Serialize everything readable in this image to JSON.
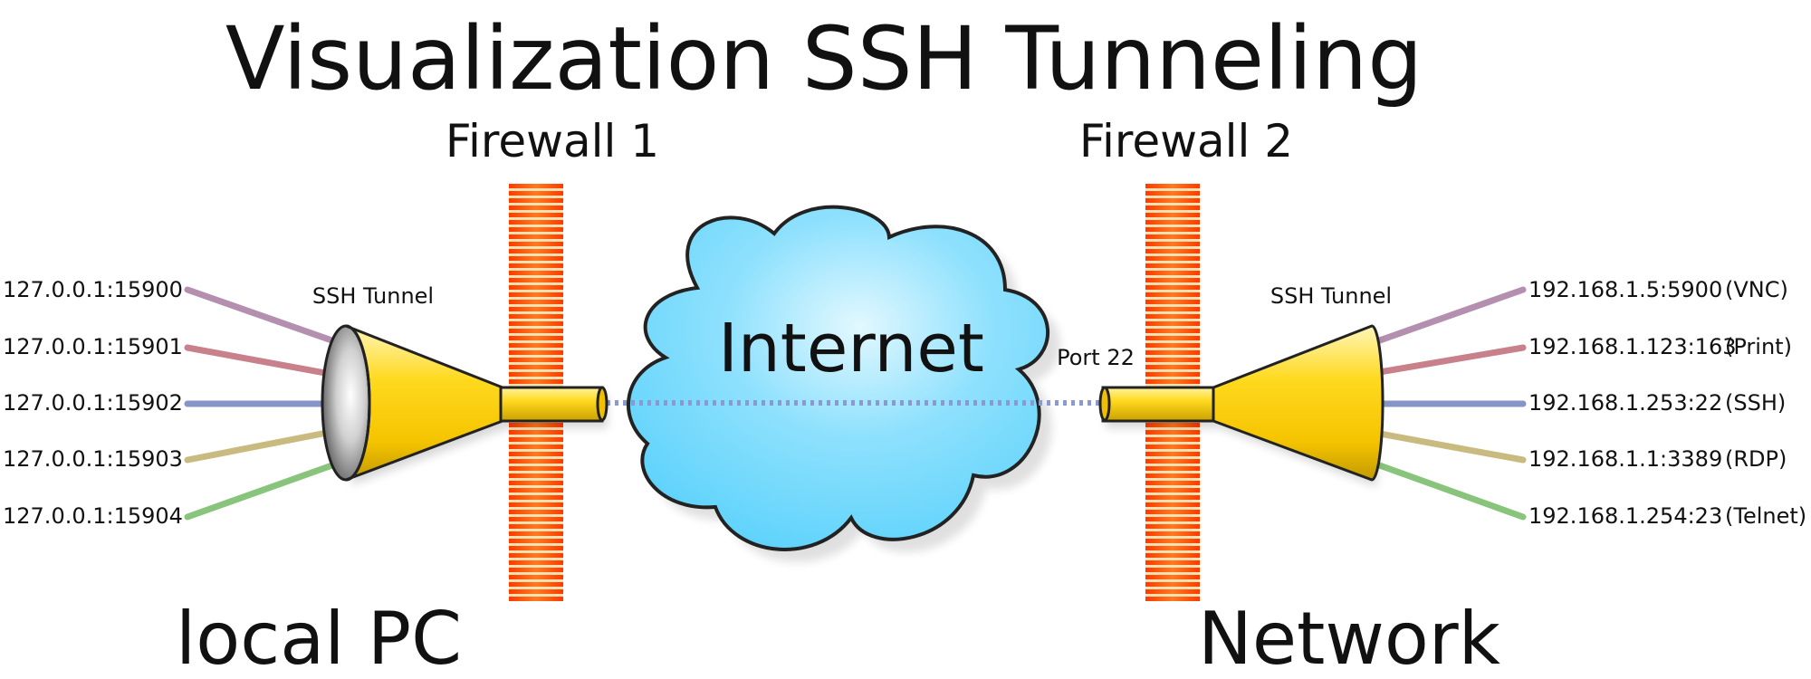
{
  "title": "Visualization SSH Tunneling",
  "firewall1_label": "Firewall 1",
  "firewall2_label": "Firewall 2",
  "cloud_label": "Internet",
  "left_tunnel_label": "SSH Tunnel",
  "right_tunnel_label": "SSH Tunnel",
  "port_label": "Port 22",
  "local_label": "local PC",
  "network_label": "Network",
  "local_ports": [
    "127.0.0.1:15900",
    "127.0.0.1:15901",
    "127.0.0.1:15902",
    "127.0.0.1:15903",
    "127.0.0.1:15904"
  ],
  "remote_hosts": [
    {
      "address": "192.168.1.5:5900",
      "service": "(VNC)"
    },
    {
      "address": "192.168.1.123:163",
      "service": "(Print)"
    },
    {
      "address": "192.168.1.253:22",
      "service": "(SSH)"
    },
    {
      "address": "192.168.1.1:3389",
      "service": "(RDP)"
    },
    {
      "address": "192.168.1.254:23",
      "service": "(Telnet)"
    }
  ],
  "colors": {
    "line_1": "#b48fb0",
    "line_2": "#c8808a",
    "line_3": "#8794c8",
    "line_4": "#c9bb80",
    "line_5": "#88c47c",
    "funnel": "#ffd21c",
    "firewall_stripe": "#ff5a10",
    "firewall_gap": "#ffe0b0",
    "cloud": "#6fd6fb",
    "tunnel_dots": "#8a9ad0"
  }
}
